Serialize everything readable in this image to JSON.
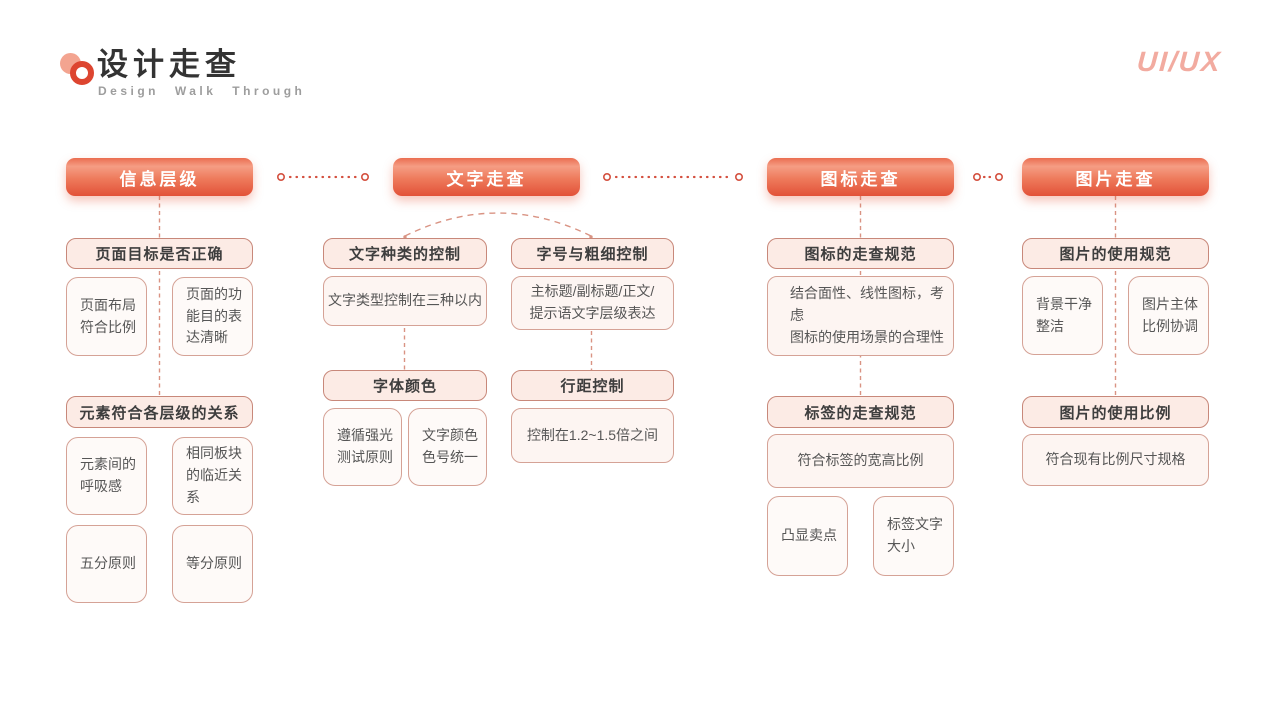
{
  "header": {
    "title": "设计走查",
    "subtitle": "Design Walk Through",
    "brand": "UI/UX"
  },
  "colors": {
    "accent_red": "#e25138",
    "accent_light_red": "#f59d84",
    "connector_rose": "#d99383",
    "dot_red": "#d4503f",
    "pink_fill": "#fcebe5",
    "card_fill": "#fdf5f2",
    "pink_border": "#c8887a",
    "card_border": "#d5a296",
    "text_dark": "#3e3e3e",
    "text_gray": "#565656",
    "brand_pink": "#f2aba0"
  },
  "columns": [
    {
      "id": "info-hierarchy",
      "header": "信息层级",
      "sections": [
        {
          "title": "页面目标是否正确",
          "items": [
            "页面布局\n符合比例",
            "页面的功\n能目的表\n达清晰"
          ]
        },
        {
          "title": "元素符合各层级的关系",
          "items": [
            "元素间的\n呼吸感",
            "相同板块\n的临近关\n系",
            "五分原则",
            "等分原则"
          ]
        }
      ]
    },
    {
      "id": "text-review",
      "header": "文字走查",
      "sections": [
        {
          "title": "文字种类的控制",
          "items": [
            "文字类型控制在三种以内"
          ]
        },
        {
          "title": "字号与粗细控制",
          "items": [
            "主标题/副标题/正文/\n提示语文字层级表达"
          ]
        },
        {
          "title": "字体颜色",
          "items": [
            "遵循强光\n测试原则",
            "文字颜色\n色号统一"
          ]
        },
        {
          "title": "行距控制",
          "items": [
            "控制在1.2~1.5倍之间"
          ]
        }
      ]
    },
    {
      "id": "icon-review",
      "header": "图标走查",
      "sections": [
        {
          "title": "图标的走查规范",
          "items": [
            "结合面性、线性图标，考虑\n图标的使用场景的合理性"
          ]
        },
        {
          "title": "标签的走查规范",
          "items": [
            "符合标签的宽高比例",
            "凸显卖点",
            "标签文字\n大小"
          ]
        }
      ]
    },
    {
      "id": "image-review",
      "header": "图片走查",
      "sections": [
        {
          "title": "图片的使用规范",
          "items": [
            "背景干净\n整洁",
            "图片主体\n比例协调"
          ]
        },
        {
          "title": "图片的使用比例",
          "items": [
            "符合现有比例尺寸规格"
          ]
        }
      ]
    }
  ]
}
